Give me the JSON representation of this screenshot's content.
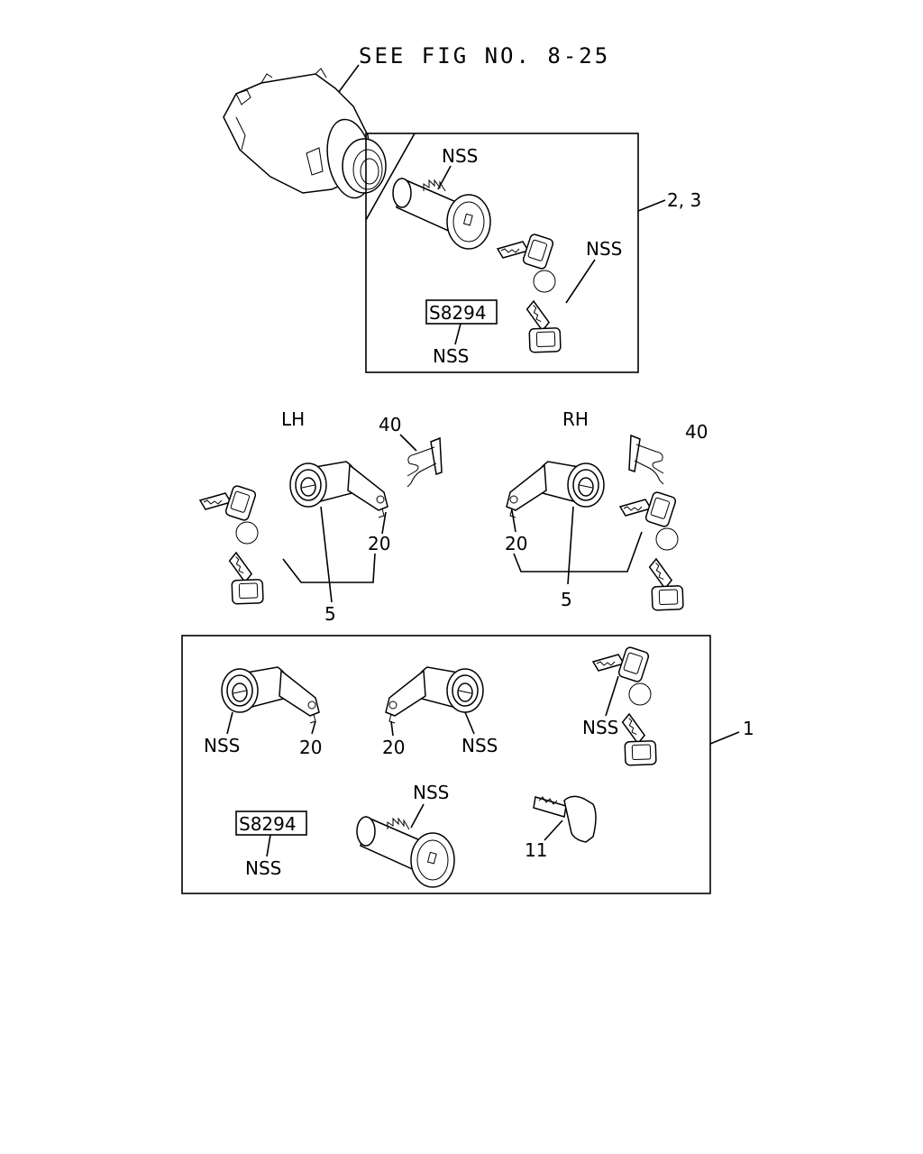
{
  "header": {
    "see_fig": "SEE FIG NO. 8-25"
  },
  "box_top": {
    "callout": "2, 3",
    "nss_cylinder": "NSS",
    "nss_keys": "NSS",
    "code": "S8294",
    "nss_code": "NSS"
  },
  "lh": {
    "title": "LH",
    "clip": "40",
    "lever": "20",
    "cylinder": "5"
  },
  "rh": {
    "title": "RH",
    "clip": "40",
    "lever": "20",
    "cylinder": "5"
  },
  "box_bottom": {
    "callout": "1",
    "lh_nss": "NSS",
    "lh_lever": "20",
    "rh_lever": "20",
    "rh_nss": "NSS",
    "keys_nss": "NSS",
    "code": "S8294",
    "code_nss": "NSS",
    "cyl_nss": "NSS",
    "key_item": "11"
  }
}
